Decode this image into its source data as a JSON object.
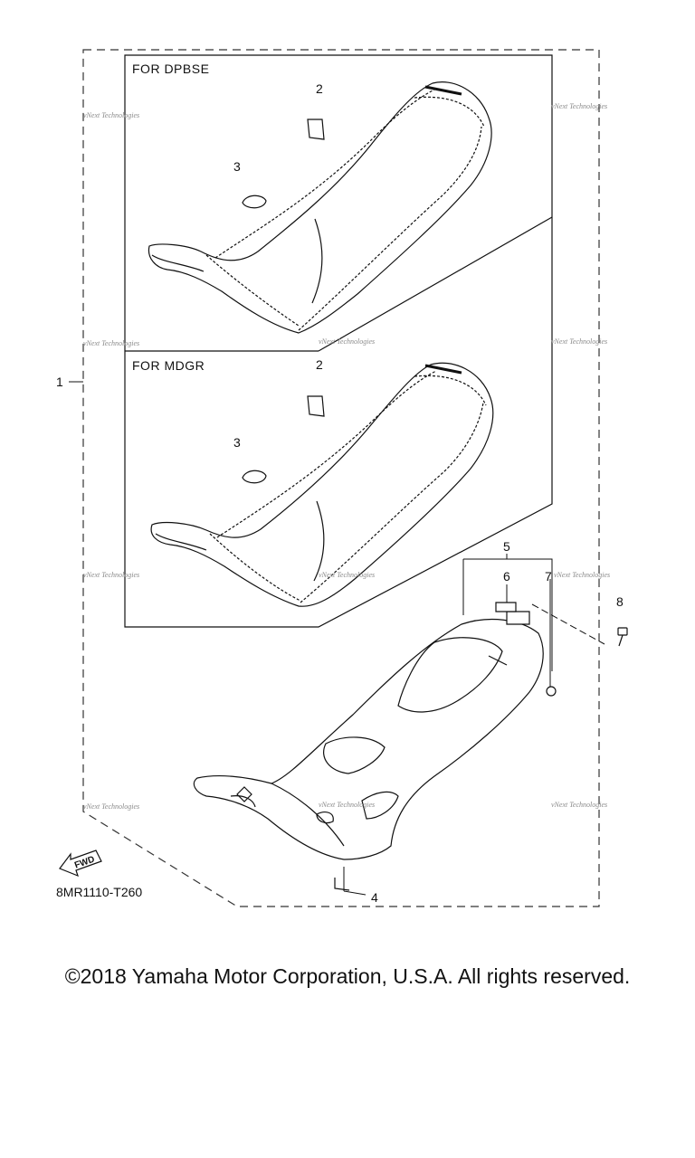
{
  "boxes": {
    "top_title": "FOR DPBSE",
    "middle_title": "FOR MDGR"
  },
  "callouts": [
    "1",
    "2",
    "3",
    "2",
    "3",
    "4",
    "5",
    "6",
    "7",
    "8"
  ],
  "watermark": "vNext Technologies",
  "fwd_label": "FWD",
  "diagram_code": "8MR1110-T260",
  "copyright": "©2018 Yamaha Motor Corporation, U.S.A. All rights reserved.",
  "colors": {
    "line": "#111111",
    "watermark": "#8a8a8a"
  }
}
